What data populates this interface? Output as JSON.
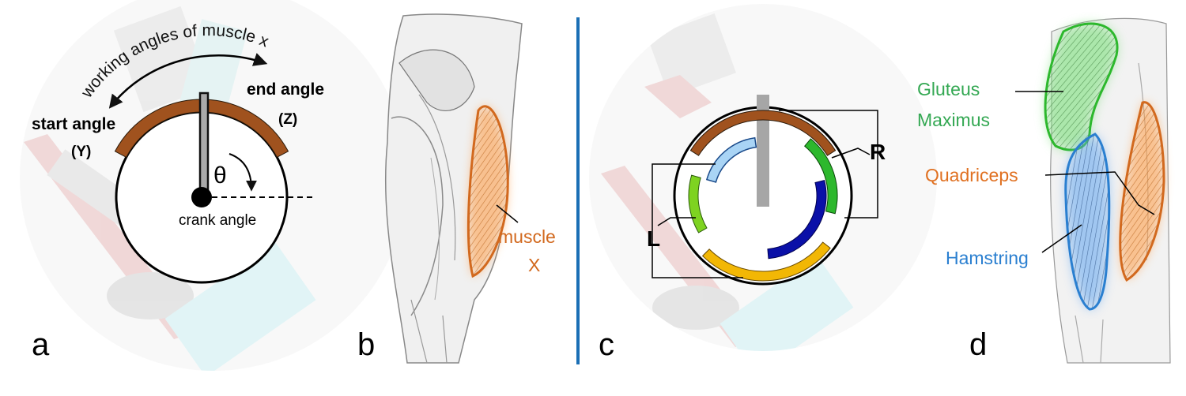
{
  "panel_a": {
    "label": "a",
    "arc_label": "working angles of muscle x",
    "start_angle": "start angle",
    "start_var": "(Y)",
    "end_angle": "end angle",
    "end_var": "(Z)",
    "theta": "θ",
    "crank_label": "crank angle"
  },
  "panel_b": {
    "label": "b",
    "muscle_line1": "muscle",
    "muscle_line2": "X"
  },
  "panel_c": {
    "label": "c",
    "left_label": "L",
    "right_label": "R"
  },
  "panel_d": {
    "label": "d",
    "gluteus_line1": "Gluteus",
    "gluteus_line2": "Maximus",
    "quadriceps": "Quadriceps",
    "hamstring": "Hamstring"
  },
  "colors": {
    "brown": "#a0521e",
    "orange": "#d2691e",
    "green": "#2db82d",
    "light_green": "#7ed321",
    "blue": "#0a10a8",
    "light_blue": "#a9d4f5",
    "yellow": "#f2b705",
    "divider": "#1a6fb5",
    "gluteus_text": "#34a853",
    "quadriceps_text": "#e07020",
    "hamstring_text": "#2a7fd0"
  }
}
